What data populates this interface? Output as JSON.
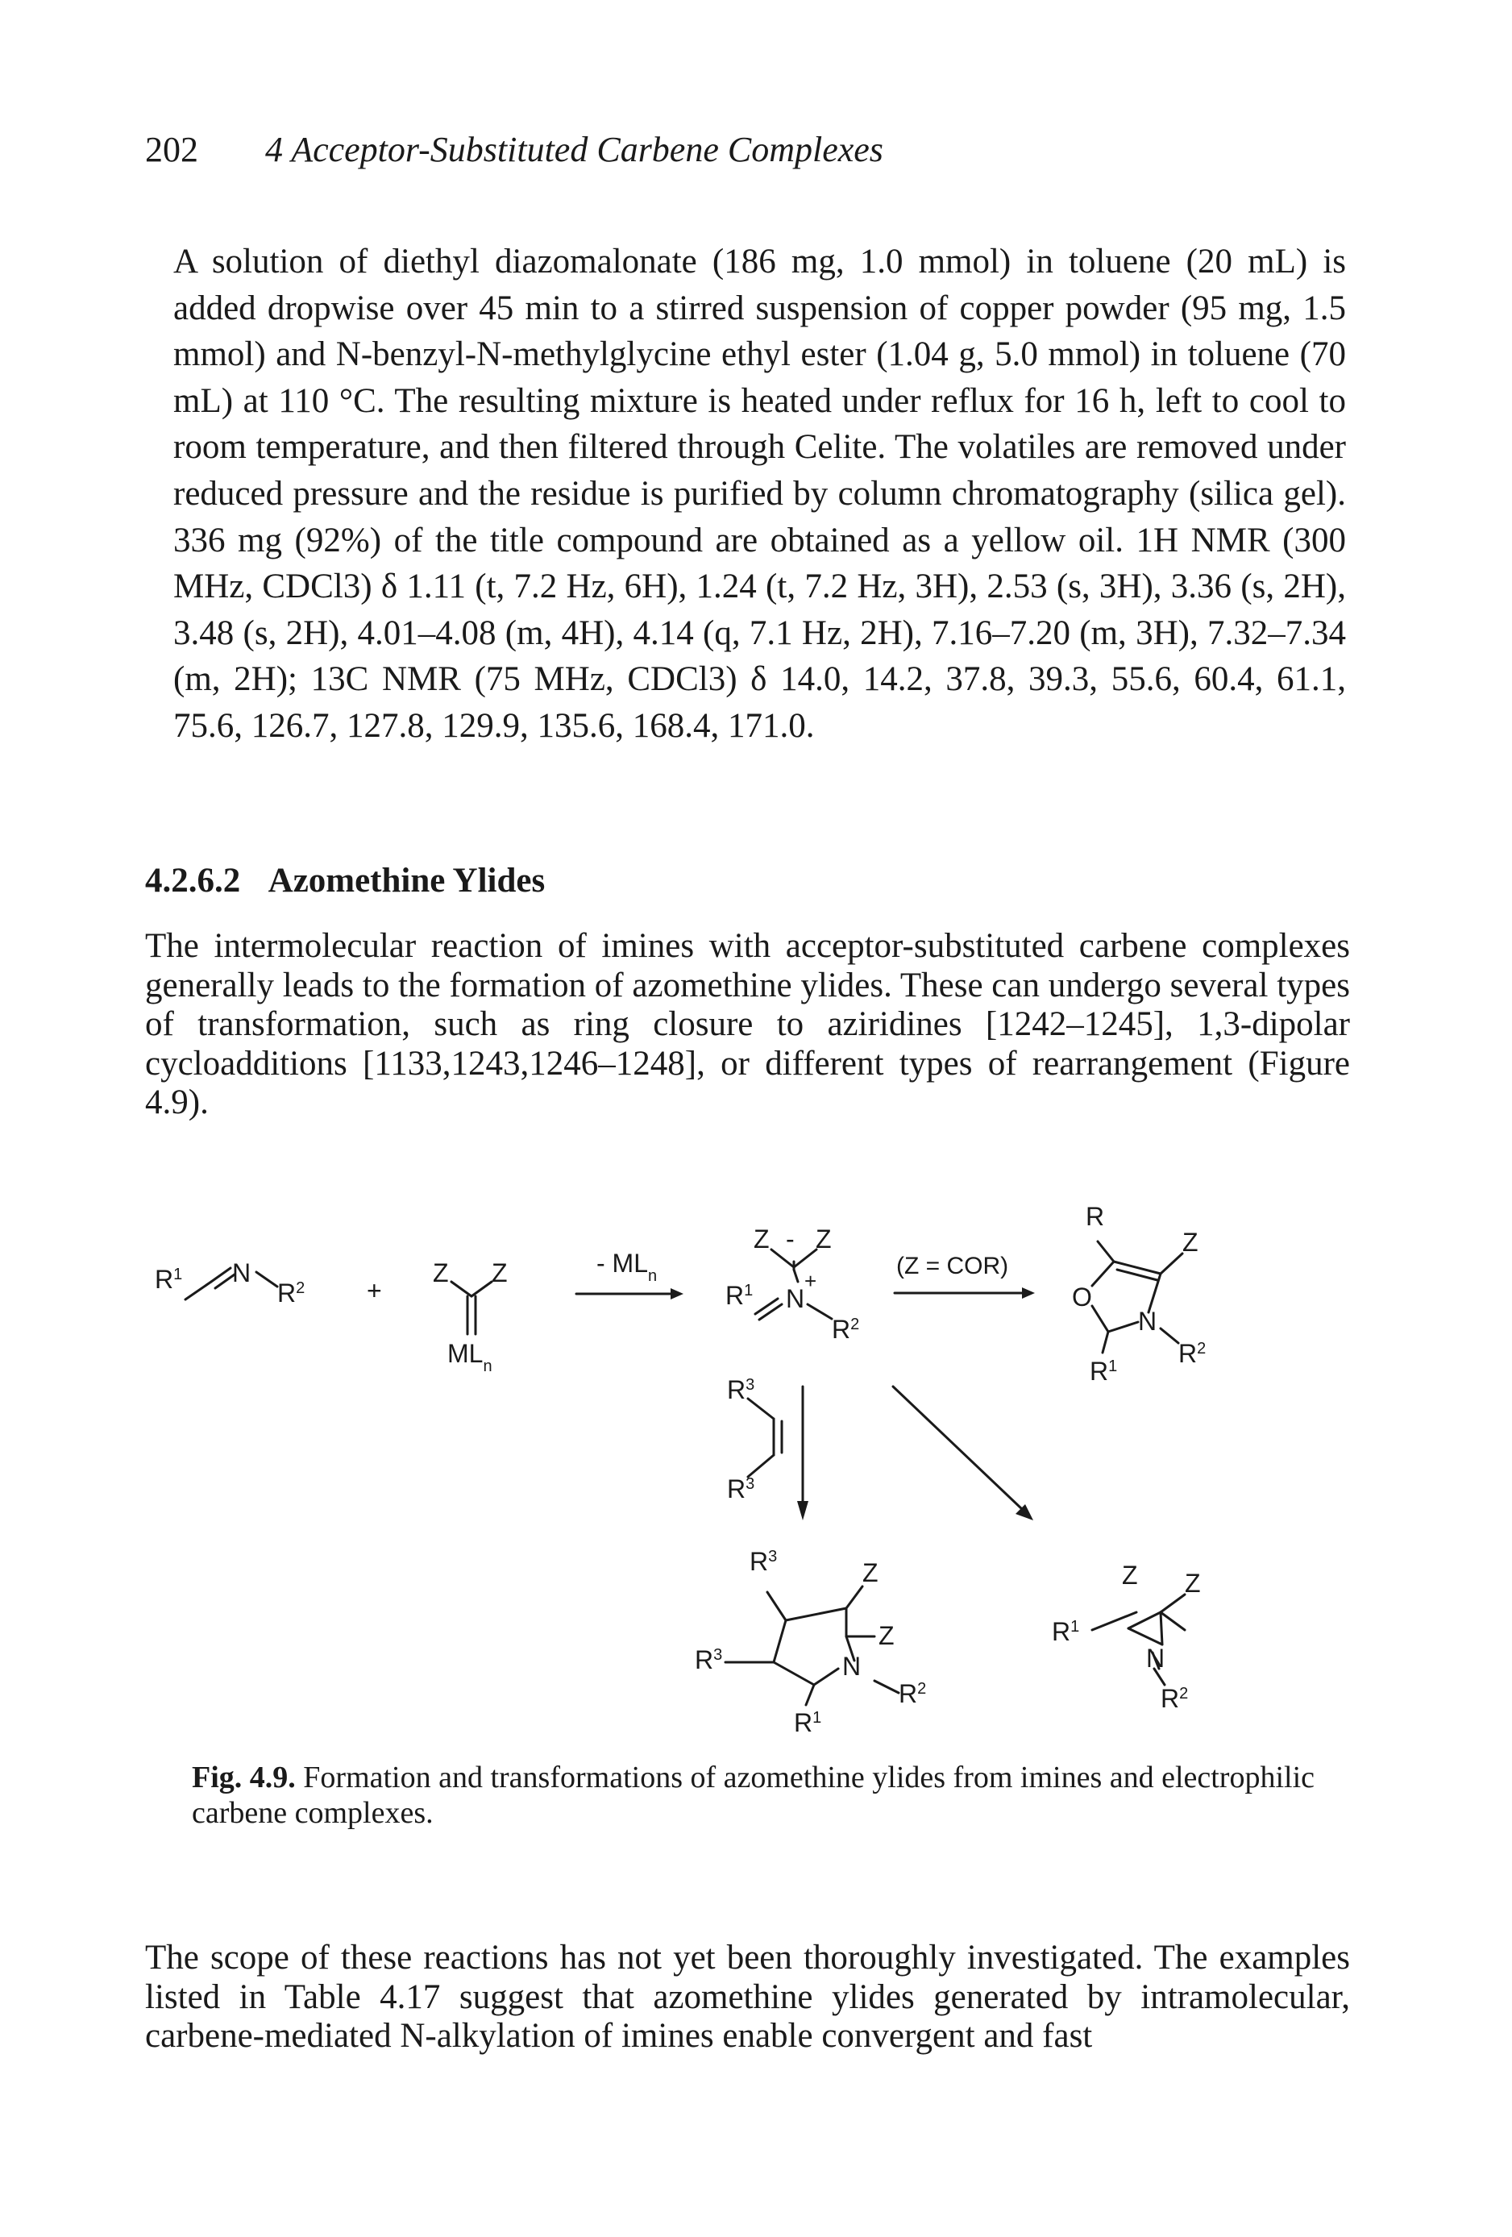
{
  "header": {
    "page_number": "202",
    "running_title": "4 Acceptor-Substituted Carbene Complexes"
  },
  "experimental": {
    "text": "A solution of diethyl diazomalonate (186 mg, 1.0 mmol) in toluene (20 mL) is added dropwise over 45 min to a stirred suspension of copper powder (95 mg, 1.5 mmol) and N-benzyl-N-methylglycine ethyl ester (1.04 g, 5.0 mmol) in toluene (70 mL) at 110 °C. The resulting mixture is heated under reflux for 16 h, left to cool to room temperature, and then filtered through Celite. The volatiles are removed under reduced pressure and the residue is purified by column chromatography (silica gel). 336 mg (92%) of the title compound are obtained as a yellow oil. 1H NMR (300 MHz, CDCl3) δ 1.11 (t, 7.2 Hz, 6H), 1.24 (t, 7.2 Hz, 3H), 2.53 (s, 3H), 3.36 (s, 2H), 3.48 (s, 2H), 4.01–4.08 (m, 4H), 4.14 (q, 7.1 Hz, 2H), 7.16–7.20 (m, 3H), 7.32–7.34 (m, 2H); 13C NMR (75 MHz, CDCl3) δ 14.0, 14.2, 37.8, 39.3, 55.6, 60.4, 61.1, 75.6, 126.7, 127.8, 129.9, 135.6, 168.4, 171.0."
  },
  "section": {
    "number": "4.2.6.2",
    "title": "Azomethine Ylides"
  },
  "paragraph1": "The intermolecular reaction of imines with acceptor-substituted carbene complexes generally leads to the formation of azomethine ylides. These can undergo several types of transformation, such as ring closure to aziridines [1242–1245], 1,3-dipolar cycloadditions [1133,1243,1246–1248], or different types of rearrangement (Figure 4.9).",
  "figure": {
    "reagent_arrow_label": "- ML",
    "reagent_arrow_sub": "n",
    "condition_label": "(Z = COR)",
    "plus_sign": "+",
    "Z": "Z",
    "N": "N",
    "O": "O",
    "R": "R",
    "R1": "R",
    "R2": "R",
    "R3": "R",
    "sup1": "1",
    "sup2": "2",
    "sup3": "3",
    "ML": "ML",
    "charge_plus": "+",
    "charge_minus": "-"
  },
  "caption": {
    "label": "Fig. 4.9.",
    "text": "Formation and transformations of azomethine ylides from imines and electrophilic carbene complexes."
  },
  "paragraph2": "The scope of these reactions has not yet been thoroughly investigated. The examples listed in Table 4.17 suggest that azomethine ylides generated by intramolecular, carbene-mediated N-alkylation of imines enable convergent and fast"
}
